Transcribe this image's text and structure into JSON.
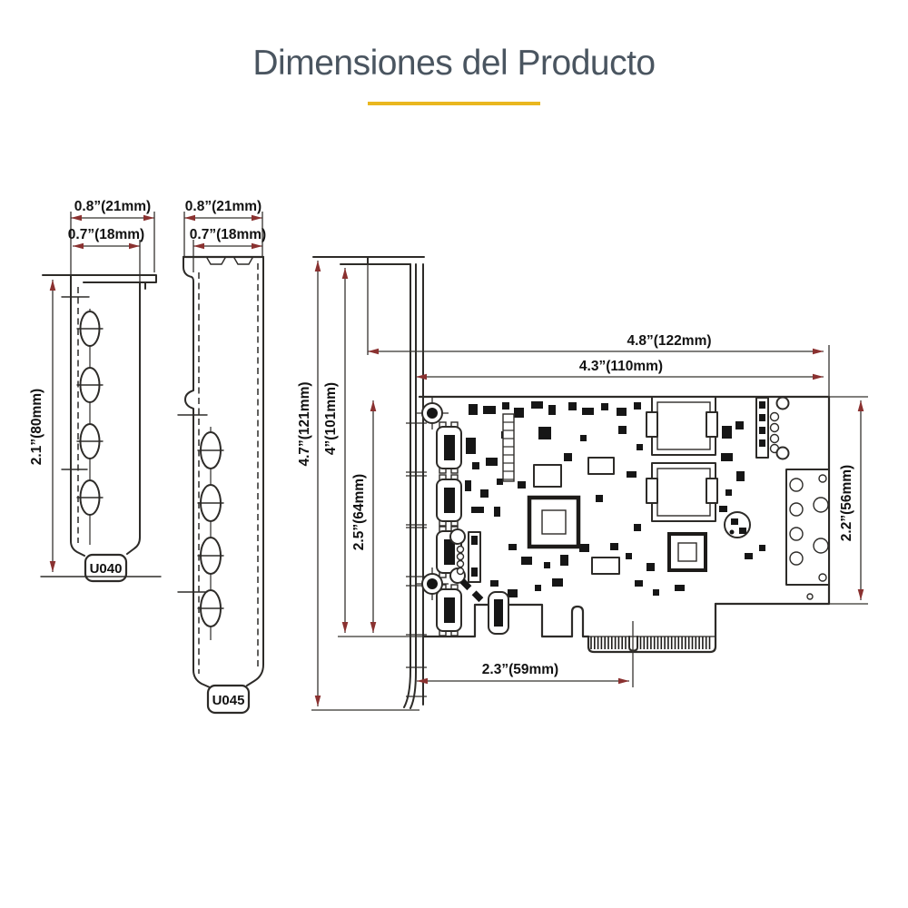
{
  "title": "Dimensiones del Producto",
  "colors": {
    "title_text": "#4a5560",
    "accent_underline": "#e9b71f",
    "drawing_line": "#2d2b28",
    "dimension_arrow": "#8a3130"
  },
  "diagram": {
    "low_profile_bracket": {
      "outer_width": "0.8”(21mm)",
      "inner_width": "0.7”(18mm)",
      "height": "2.1”(80mm)",
      "model": "U040"
    },
    "full_height_bracket": {
      "outer_width": "0.8”(21mm)",
      "inner_width": "0.7”(18mm)",
      "model": "U045"
    },
    "card": {
      "total_length": "4.8”(122mm)",
      "pcb_length": "4.3”(110mm)",
      "total_height": "4.7”(121mm)",
      "bracket_height": "4”(101mm)",
      "pcb_height": "2.5”(64mm)",
      "pcb_right_height": "2.2”(56mm)",
      "edge_offset": "2.3”(59mm)"
    }
  }
}
